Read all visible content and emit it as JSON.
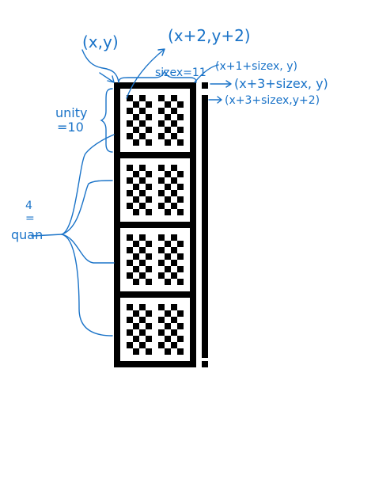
{
  "colors": {
    "ink": "#000000",
    "annotation": "#1a73c8",
    "background": "#ffffff"
  },
  "annotations": {
    "origin": "(x,y)",
    "inner_origin": "(x+2,y+2)",
    "size_label": "sizex=11",
    "col1_label": "(x+1+sizex, y)",
    "col2_label": "(x+3+sizex, y)",
    "col3_label": "(x+3+sizex,y+2)",
    "unity_label": "unity",
    "unity_value": "=10",
    "quan_number": "4",
    "quan_equals": "=",
    "quan_label": "quan"
  },
  "grid": {
    "tiles": 4
  }
}
